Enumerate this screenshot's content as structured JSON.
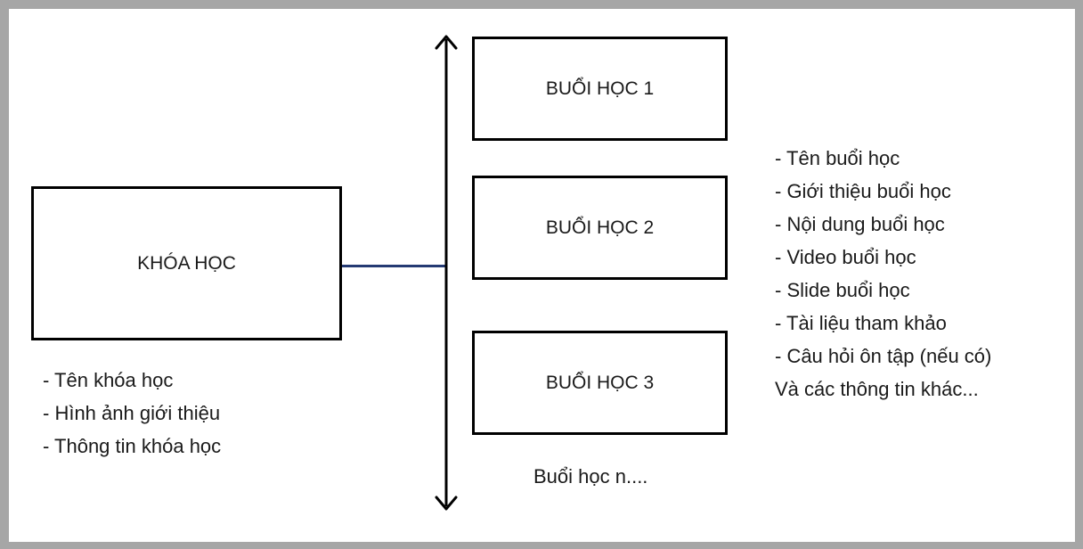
{
  "course_box": {
    "label": "KHÓA HỌC"
  },
  "lesson_boxes": [
    {
      "label": "BUỔI HỌC 1"
    },
    {
      "label": "BUỔI HỌC 2"
    },
    {
      "label": "BUỔI HỌC 3"
    }
  ],
  "more_lessons": "Buổi học n....",
  "course_info": [
    "- Tên khóa học",
    "- Hình ảnh giới thiệu",
    "- Thông tin khóa học"
  ],
  "lesson_info": [
    "- Tên buổi học",
    "- Giới thiệu buổi học",
    "- Nội dung buổi học",
    "- Video buổi học",
    "- Slide buổi học",
    "- Tài liệu tham khảo",
    "- Câu hỏi ôn tập (nếu có)",
    "Và các thông tin khác..."
  ],
  "colors": {
    "connector": "#243a73",
    "border": "#000000",
    "frame": "#a6a6a6"
  },
  "icons": {
    "axis": "double-headed-arrow-icon"
  }
}
